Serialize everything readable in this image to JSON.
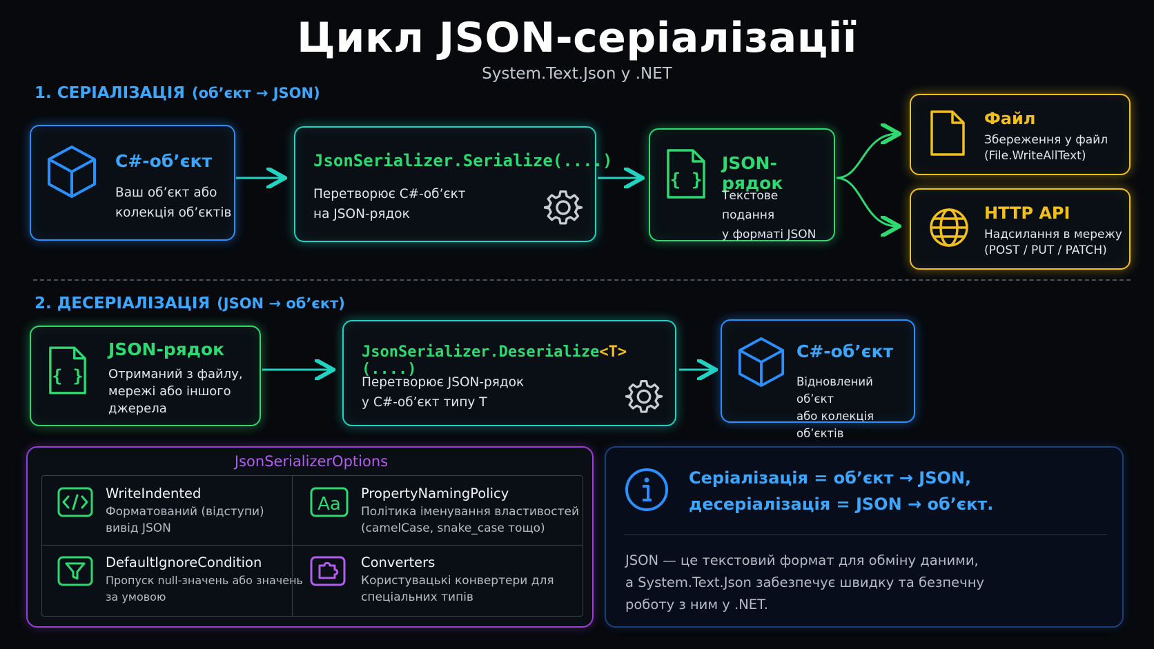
{
  "header": {
    "title": "Цикл JSON-серіалізації",
    "subtitle": "System.Text.Json у .NET"
  },
  "serialization": {
    "number": "1.",
    "heading": "СЕРІАЛІЗАЦІЯ",
    "direction": "(об’єкт → JSON)",
    "source": {
      "title": "C#-об’єкт",
      "desc": "Ваш об’єкт або\nколекція об’єктів",
      "icon": "cube-icon"
    },
    "method": {
      "title": "JsonSerializer.Serialize(....)",
      "desc": "Перетворює C#-об’єкт\nна JSON-рядок",
      "icon": "gear-icon"
    },
    "result": {
      "title": "JSON-рядок",
      "desc": "Текстове подання\nу форматі JSON",
      "icon": "json-file-icon"
    },
    "targets": [
      {
        "title": "Файл",
        "desc": "Збереження у файл\n(File.WriteAllText)",
        "icon": "file-icon"
      },
      {
        "title": "HTTP API",
        "desc": "Надсилання в мережу\n(POST / PUT / PATCH)",
        "icon": "globe-icon"
      }
    ]
  },
  "deserialization": {
    "number": "2.",
    "heading": "ДЕСЕРІАЛІЗАЦІЯ",
    "direction": "(JSON → об’єкт)",
    "source": {
      "title": "JSON-рядок",
      "desc": "Отриманий з файлу,\nмережі або іншого\nджерела",
      "icon": "json-file-icon"
    },
    "method": {
      "title_prefix": "JsonSerializer.Deserialize",
      "title_generic": "<T>",
      "title_suffix": "(....)",
      "desc": "Перетворює JSON-рядок\nу C#-об’єкт типу T",
      "icon": "gear-icon"
    },
    "result": {
      "title": "C#-об’єкт",
      "desc": "Відновлений об’єкт\nабо колекція об’єктів",
      "icon": "cube-icon"
    }
  },
  "options": {
    "title": "JsonSerializerOptions",
    "items": [
      {
        "name": "WriteIndented",
        "desc": "Форматований (відступи)\nвивід JSON",
        "icon": "code-icon"
      },
      {
        "name": "PropertyNamingPolicy",
        "desc": "Політика іменування властивостей\n(camelCase, snake_case тощо)",
        "icon": "text-case-icon"
      },
      {
        "name": "DefaultIgnoreCondition",
        "desc": "Пропуск null-значень або значень\nза умовою",
        "icon": "filter-icon"
      },
      {
        "name": "Converters",
        "desc": "Користувацькі конвертери для\nспеціальних типів",
        "icon": "puzzle-icon"
      }
    ]
  },
  "info": {
    "icon": "info-icon",
    "summary_line1": "Серіалізація  =  об’єкт → JSON,",
    "summary_line2": "десеріалізація  =  JSON → об’єкт.",
    "body": "JSON — це текстовий формат для обміну даними,\nа System.Text.Json забезпечує швидку та безпечну\nроботу з ним у .NET."
  },
  "colors": {
    "blue": "#2b8fff",
    "teal": "#22d3c0",
    "green": "#2fd870",
    "yellow": "#f2c01e",
    "purple": "#9a3fd8",
    "accent_text": "#3ea6ff"
  }
}
